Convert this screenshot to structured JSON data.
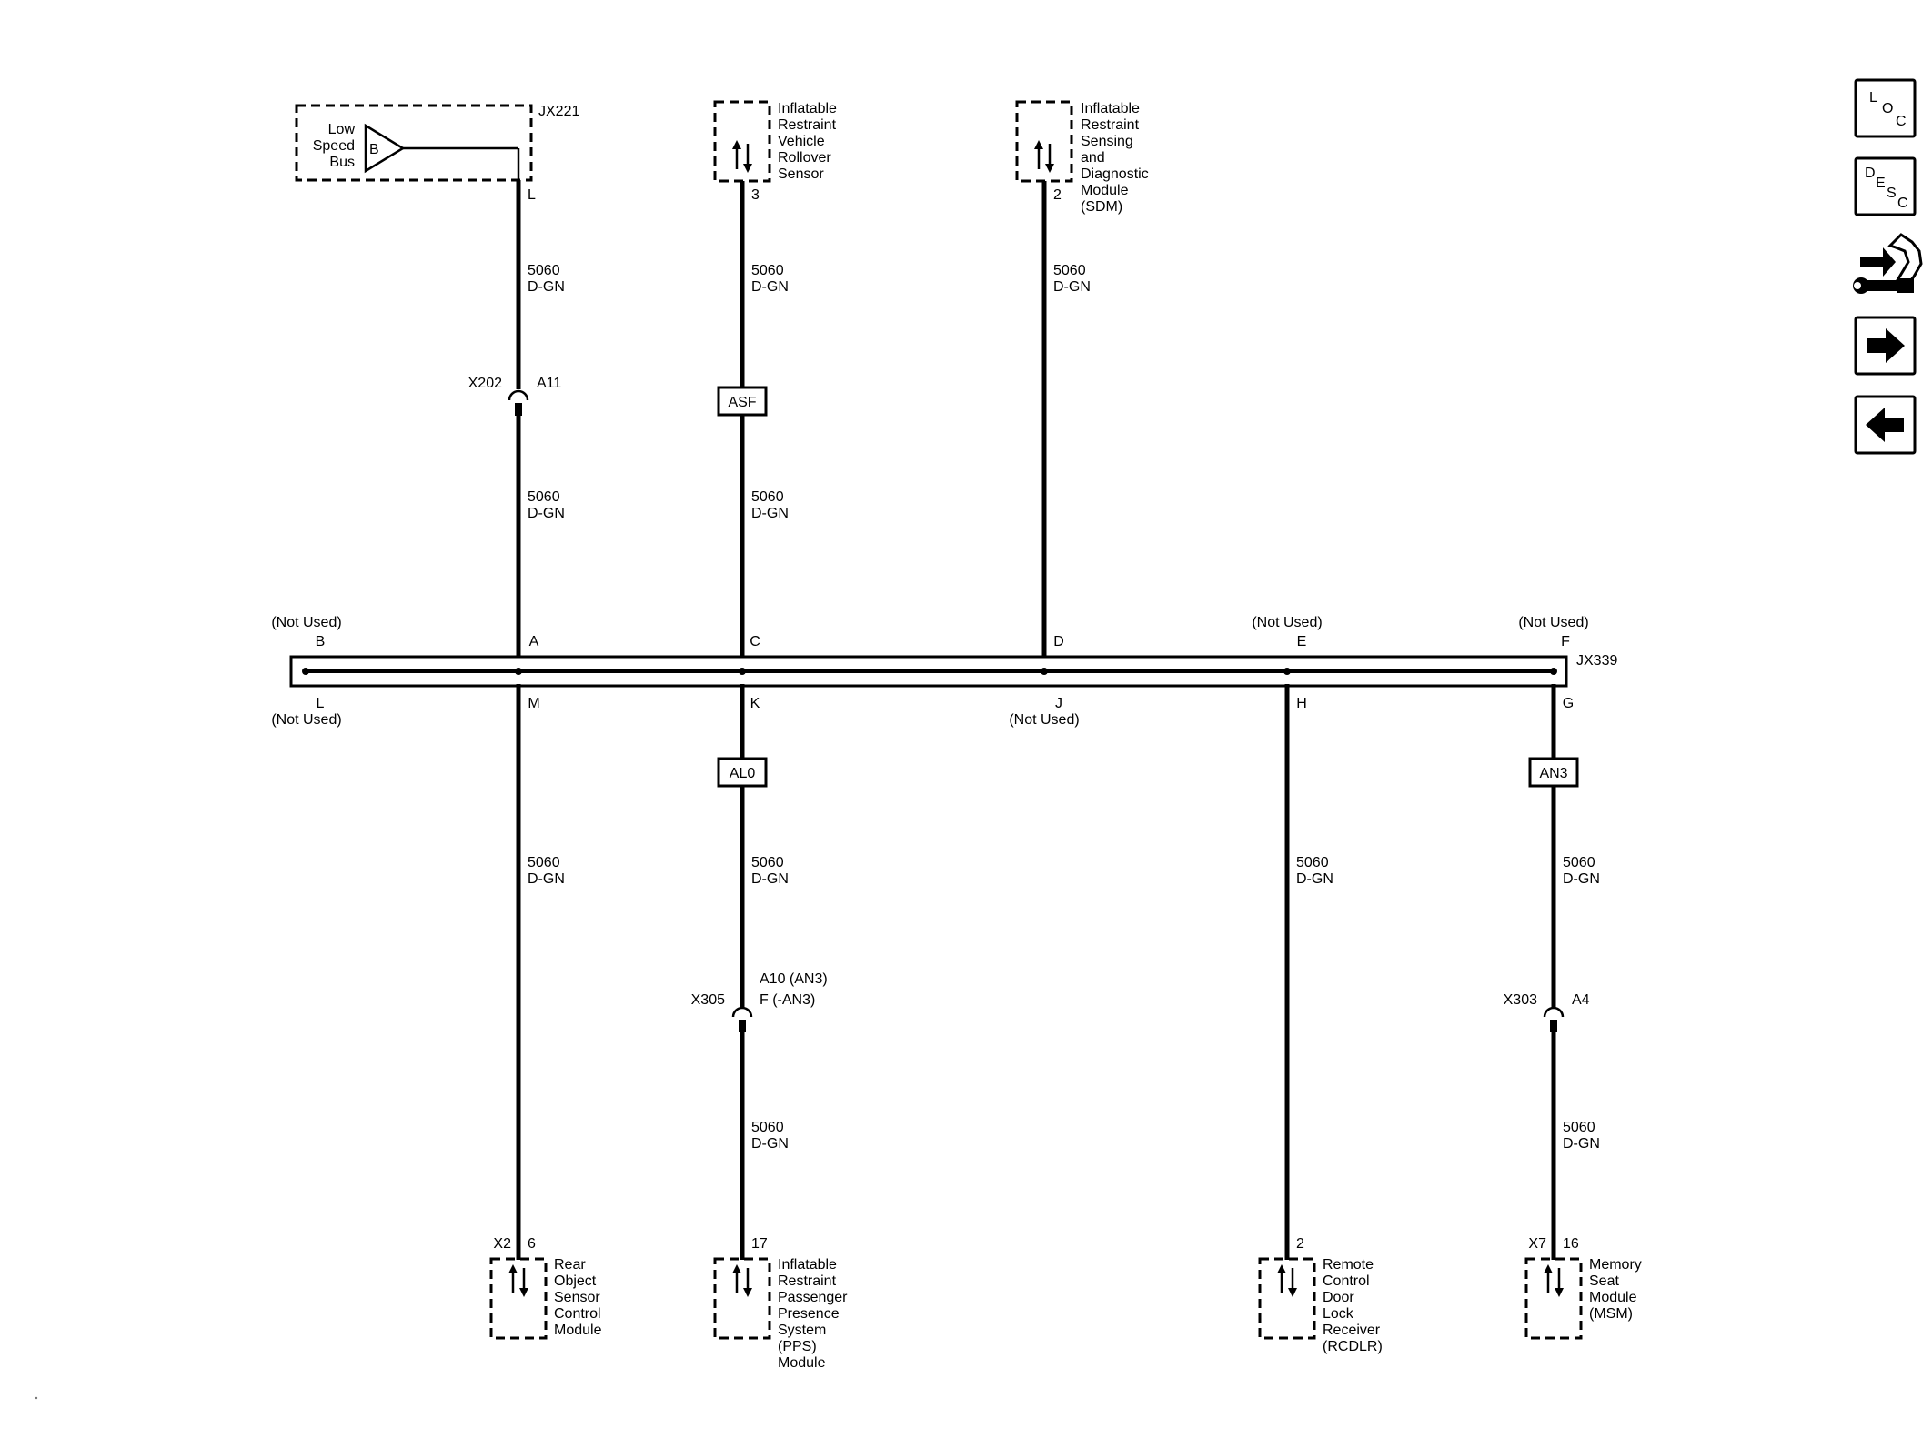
{
  "low_speed_bus": {
    "label_lines": [
      "Low",
      "Speed",
      "Bus"
    ],
    "arrow_letter": "B",
    "connector": "JX221",
    "pin": "L"
  },
  "top_modules": {
    "rollover": {
      "lines": [
        "Inflatable",
        "Restraint",
        "Vehicle",
        "Rollover",
        "Sensor"
      ],
      "pin": "3"
    },
    "sdm": {
      "lines": [
        "Inflatable",
        "Restraint",
        "Sensing",
        "and",
        "Diagnostic",
        "Module",
        "(SDM)"
      ],
      "pin": "2"
    }
  },
  "wire_label": {
    "circuit": "5060",
    "color": "D-GN"
  },
  "inline_connectors": {
    "x202": {
      "name": "X202",
      "pin": "A11"
    },
    "x305": {
      "name": "X305",
      "pin_line1": "A10 (AN3)",
      "pin_line2": "F (-AN3)"
    },
    "x303": {
      "name": "X303",
      "pin": "A4"
    }
  },
  "options": {
    "asf": "ASF",
    "al0": "AL0",
    "an3": "AN3"
  },
  "splice": {
    "name": "JX339",
    "not_used": "(Not Used)",
    "top_pins": [
      "B",
      "A",
      "C",
      "D",
      "E",
      "F"
    ],
    "bottom_pins": [
      "L",
      "M",
      "K",
      "J",
      "H",
      "G"
    ]
  },
  "bottom_modules": {
    "rear_object": {
      "connector": "X2",
      "pin": "6",
      "lines": [
        "Rear",
        "Object",
        "Sensor",
        "Control",
        "Module"
      ]
    },
    "pps": {
      "pin": "17",
      "lines": [
        "Inflatable",
        "Restraint",
        "Passenger",
        "Presence",
        "System",
        "(PPS)",
        "Module"
      ]
    },
    "rcdlr": {
      "pin": "2",
      "lines": [
        "Remote",
        "Control",
        "Door",
        "Lock",
        "Receiver",
        "(RCDLR)"
      ]
    },
    "msm": {
      "connector": "X7",
      "pin": "16",
      "lines": [
        "Memory",
        "Seat",
        "Module",
        "(MSM)"
      ]
    }
  },
  "nav": {
    "loc": {
      "l1": "L",
      "l2": "O",
      "l3": "C"
    },
    "desc": {
      "l1": "D",
      "l2": "E",
      "l3": "S",
      "l4": "C"
    },
    "icons": [
      "location-icon",
      "description-icon",
      "connector-wrench-icon",
      "arrow-right-icon",
      "arrow-left-icon"
    ]
  }
}
